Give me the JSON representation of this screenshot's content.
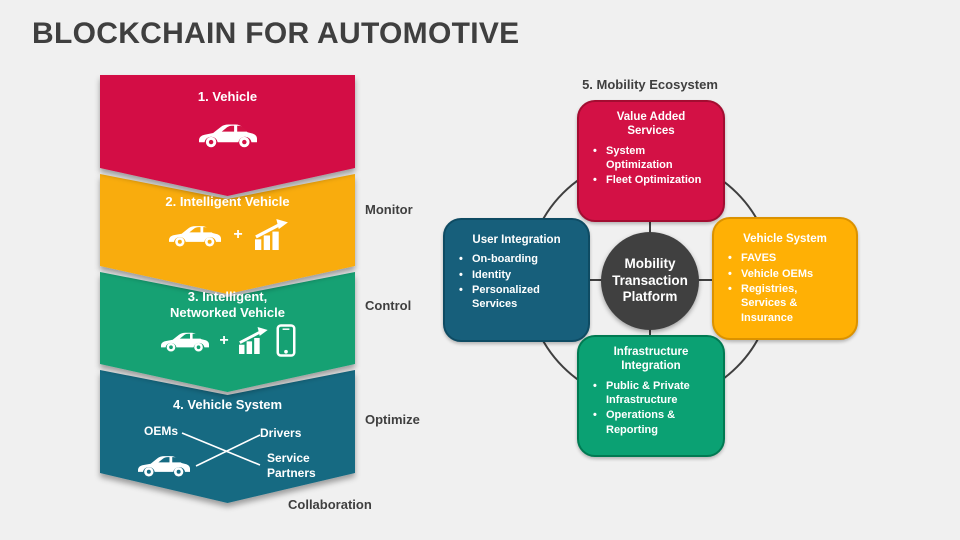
{
  "slide": {
    "title": "BLOCKCHAIN FOR AUTOMOTIVE"
  },
  "palette": {
    "red": "#D31145",
    "chevron_amber": "#F9AC0C",
    "chevron_green": "#14A173",
    "chevron_teal": "#156A82",
    "box_amber": "#FFB005",
    "box_green": "#0BA173",
    "box_teal": "#175F7B",
    "dark_gray": "#404040",
    "label_text": "#3F3F3F",
    "background": "#F0F0F0"
  },
  "stack": {
    "bands": [
      {
        "title": "1. Vehicle",
        "icons": [
          "car-icon"
        ]
      },
      {
        "title": "2. Intelligent Vehicle",
        "plus": "+",
        "icons": [
          "car-icon",
          "growth-chart-icon"
        ]
      },
      {
        "title": "3. Intelligent,\nNetworked Vehicle",
        "plus": "+",
        "icons": [
          "car-icon",
          "growth-chart-icon",
          "smartphone-icon"
        ]
      },
      {
        "title": "4. Vehicle System",
        "icons": [
          "car-icon"
        ],
        "labels": {
          "oems": "OEMs",
          "drivers": "Drivers",
          "service_partners": "Service Partners"
        }
      }
    ],
    "side_labels": {
      "monitor": "Monitor",
      "control": "Control",
      "optimize": "Optimize"
    },
    "bottom_label": "Collaboration"
  },
  "ecosystem": {
    "title": "5. Mobility Ecosystem",
    "center_label": "Mobility Transaction Platform",
    "boxes": [
      {
        "title": "Value Added\nServices",
        "bullets": [
          "System Optimization",
          "Fleet Optimization"
        ]
      },
      {
        "title": "User Integration",
        "bullets": [
          "On-boarding",
          "Identity",
          "Personalized Services"
        ]
      },
      {
        "title": "Vehicle System",
        "bullets": [
          "FAVES",
          "Vehicle OEMs",
          "Registries, Services & Insurance"
        ]
      },
      {
        "title": "Infrastructure\nIntegration",
        "bullets": [
          "Public & Private Infrastructure",
          "Operations & Reporting"
        ]
      }
    ]
  }
}
